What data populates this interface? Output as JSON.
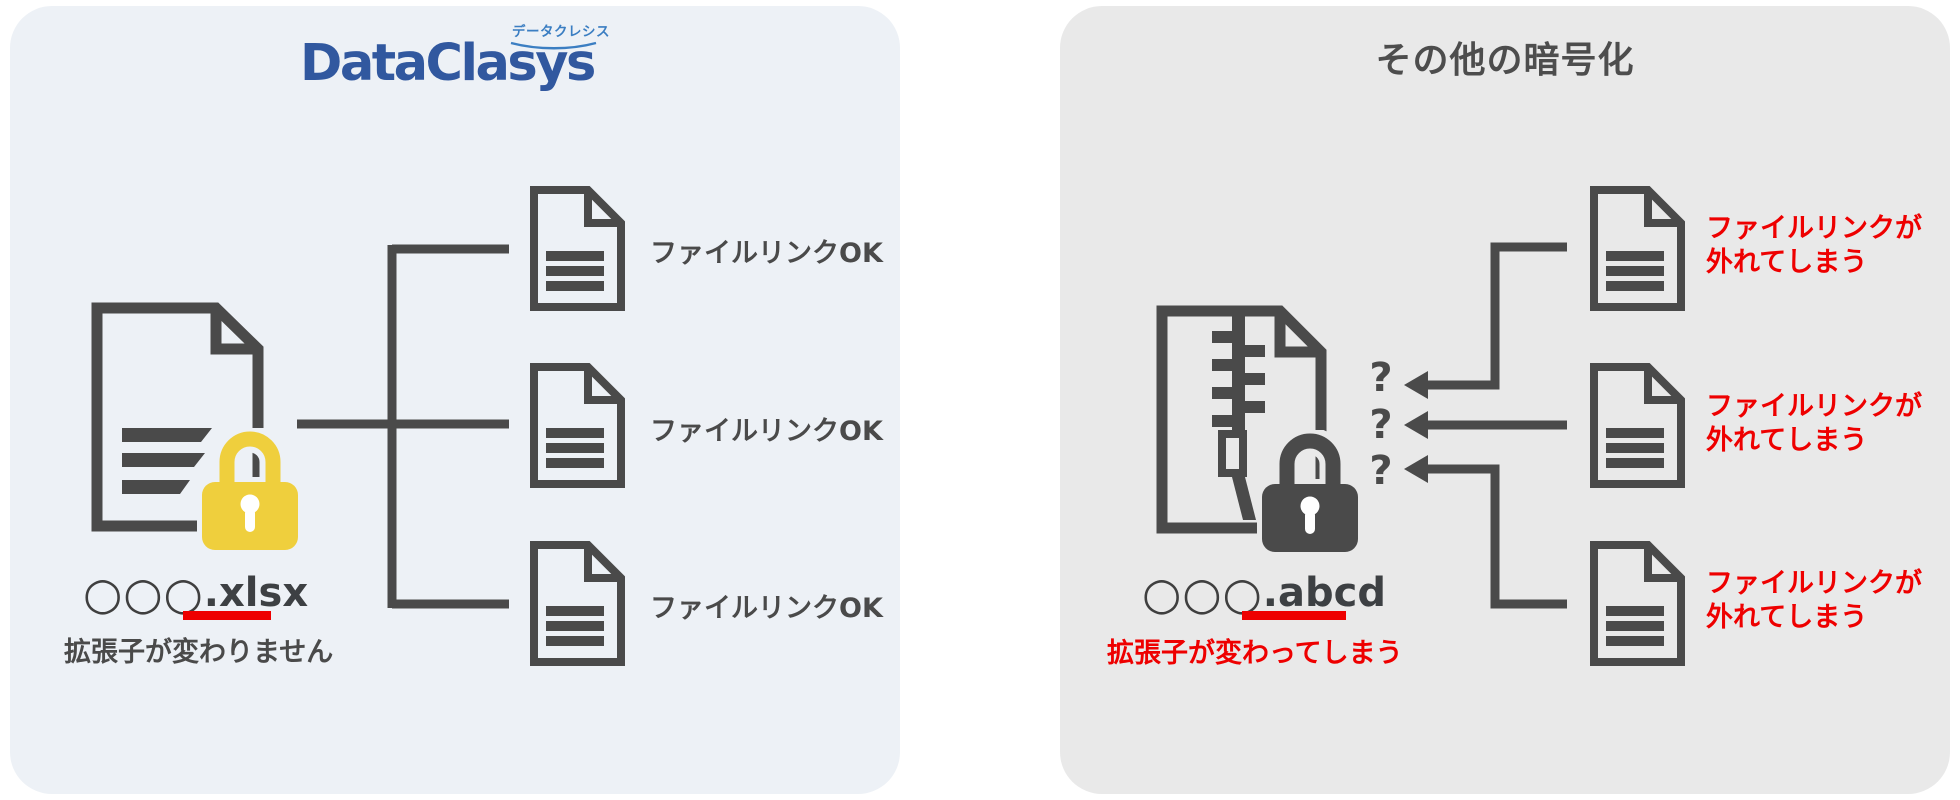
{
  "left_panel": {
    "bg": "#edf1f6",
    "logo": {
      "text": "DataClasys",
      "ruby": "データクレシス",
      "text_color": "#31589f",
      "ruby_color": "#3b7ec2"
    },
    "source_file": {
      "prefix": "○○○",
      "extension": ".xlsx"
    },
    "caption": "拡張子が変わりません",
    "link_labels": [
      "ファイルリンクOK",
      "ファイルリンクOK",
      "ファイルリンクOK"
    ]
  },
  "right_panel": {
    "bg": "#e9e9e9",
    "title": "その他の暗号化",
    "source_file": {
      "prefix": "○○○",
      "extension": ".abcd"
    },
    "caption": "拡張子が変わってしまう",
    "question_marks": [
      "?",
      "?",
      "?"
    ],
    "link_labels": [
      {
        "line1": "ファイルリンクが",
        "line2": "外れてしまう"
      },
      {
        "line1": "ファイルリンクが",
        "line2": "外れてしまう"
      },
      {
        "line1": "ファイルリンクが",
        "line2": "外れてしまう"
      }
    ]
  },
  "colors": {
    "icon_gray": "#4a4a4a",
    "accent_red": "#ee0000",
    "lock_yellow": "#efcf3d"
  }
}
